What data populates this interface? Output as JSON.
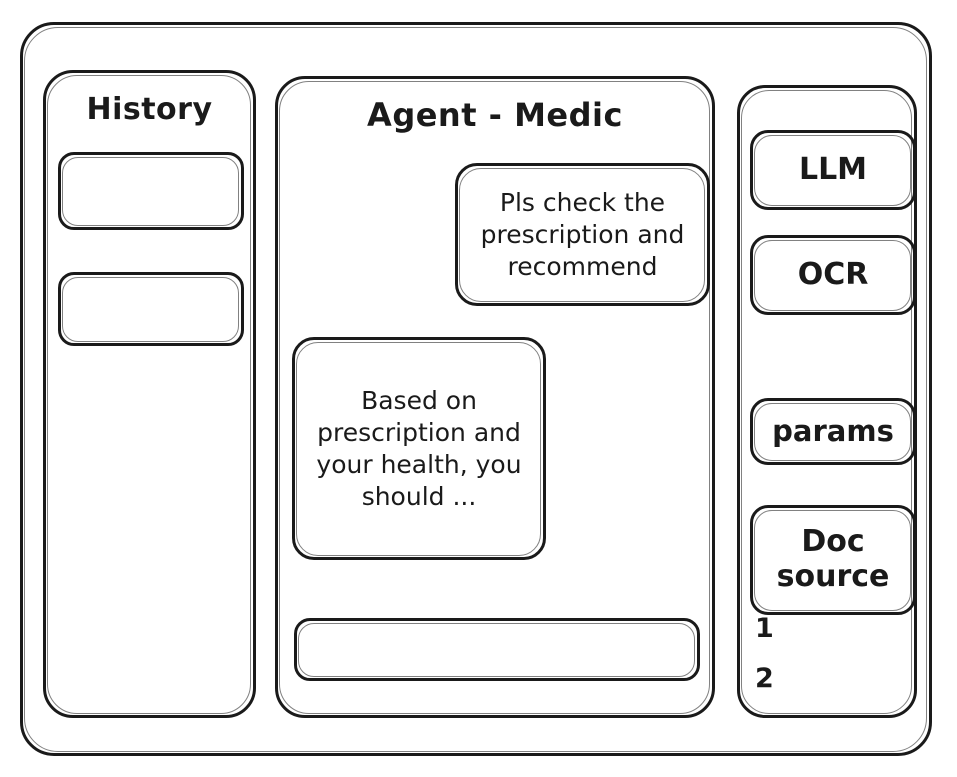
{
  "window": {
    "name": "agent-medic-wireframe"
  },
  "history": {
    "title": "History",
    "items": [
      {
        "label": ""
      },
      {
        "label": ""
      }
    ]
  },
  "agent": {
    "title": "Agent - Medic",
    "messages": [
      {
        "role": "user",
        "text": "Pls check the prescription and recommend"
      },
      {
        "role": "assistant",
        "text": "Based on prescription and your health, you should ..."
      }
    ],
    "composer": {
      "value": "",
      "placeholder": ""
    }
  },
  "tools": {
    "items": [
      {
        "label": "LLM"
      },
      {
        "label": "OCR"
      },
      {
        "label": "params"
      },
      {
        "label": "Doc source"
      }
    ],
    "doc_source_list": [
      {
        "label": "1"
      },
      {
        "label": "2"
      }
    ]
  },
  "colors": {
    "stroke": "#1a1a1a",
    "background": "#ffffff"
  }
}
